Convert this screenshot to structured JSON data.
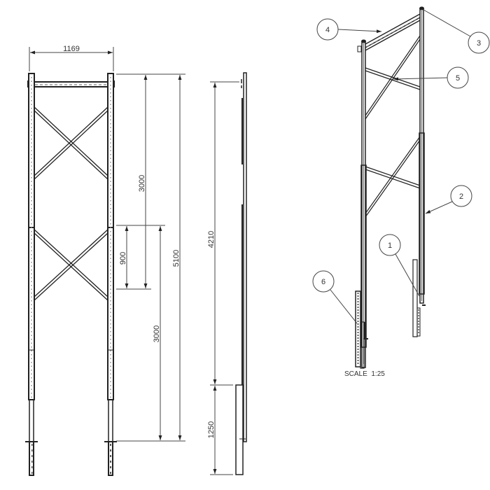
{
  "drawing": {
    "front_view": {
      "width_dim": "1169",
      "upper_bay_dim": "3000",
      "overlap_dim": "900",
      "lower_bay_dim": "3000",
      "total_height_dim": "5100"
    },
    "side_view": {
      "upper_height_dim": "4210",
      "base_plate_dim": "1250"
    },
    "isometric_view": {
      "balloons": [
        {
          "id": "1"
        },
        {
          "id": "2"
        },
        {
          "id": "3"
        },
        {
          "id": "4"
        },
        {
          "id": "5"
        },
        {
          "id": "6"
        }
      ],
      "scale_label": "SCALE  1:25"
    },
    "colors": {
      "line": "#222222",
      "dim_line": "#444444",
      "background": "#ffffff"
    }
  }
}
